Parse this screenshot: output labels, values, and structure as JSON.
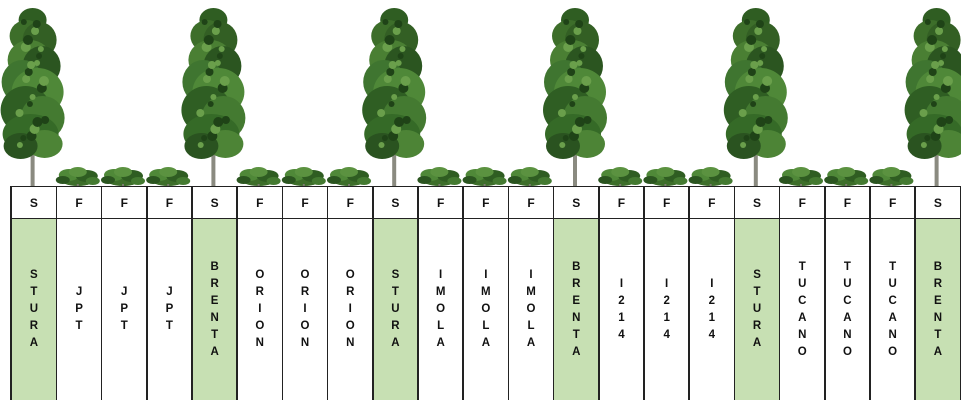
{
  "colors": {
    "poplar_band": "#c7e0b3",
    "border": "#222222"
  },
  "icons": {
    "tall_tree": "poplar-tree-icon",
    "shrub": "shrub-icon"
  },
  "rows": [
    {
      "code": "S",
      "name": "STURA",
      "type": "poplar"
    },
    {
      "code": "F",
      "name": "JPT",
      "type": "shrub"
    },
    {
      "code": "F",
      "name": "JPT",
      "type": "shrub"
    },
    {
      "code": "F",
      "name": "JPT",
      "type": "shrub"
    },
    {
      "code": "S",
      "name": "BRENTA",
      "type": "poplar"
    },
    {
      "code": "F",
      "name": "ORION",
      "type": "shrub"
    },
    {
      "code": "F",
      "name": "ORION",
      "type": "shrub"
    },
    {
      "code": "F",
      "name": "ORION",
      "type": "shrub"
    },
    {
      "code": "S",
      "name": "STURA",
      "type": "poplar"
    },
    {
      "code": "F",
      "name": "IMOLA",
      "type": "shrub"
    },
    {
      "code": "F",
      "name": "IMOLA",
      "type": "shrub"
    },
    {
      "code": "F",
      "name": "IMOLA",
      "type": "shrub"
    },
    {
      "code": "S",
      "name": "BRENTA",
      "type": "poplar"
    },
    {
      "code": "F",
      "name": "I214",
      "type": "shrub"
    },
    {
      "code": "F",
      "name": "I214",
      "type": "shrub"
    },
    {
      "code": "F",
      "name": "I214",
      "type": "shrub"
    },
    {
      "code": "S",
      "name": "STURA",
      "type": "poplar"
    },
    {
      "code": "F",
      "name": "TUCANO",
      "type": "shrub"
    },
    {
      "code": "F",
      "name": "TUCANO",
      "type": "shrub"
    },
    {
      "code": "F",
      "name": "TUCANO",
      "type": "shrub"
    },
    {
      "code": "S",
      "name": "BRENTA",
      "type": "poplar"
    }
  ]
}
